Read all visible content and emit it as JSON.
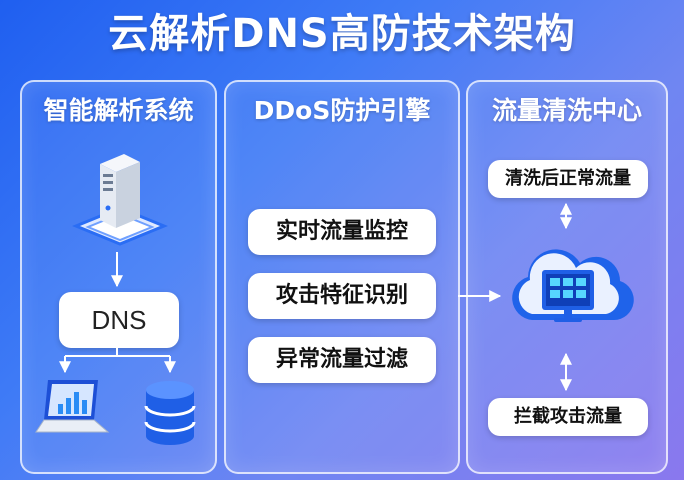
{
  "title": "云解析DNS高防技术架构",
  "panels": {
    "left": {
      "title": "智能解析系统",
      "dns_label": "DNS"
    },
    "middle": {
      "title": "DDoS防护引擎",
      "items": [
        "实时流量监控",
        "攻击特征识别",
        "异常流量过滤"
      ]
    },
    "right": {
      "title": "流量清洗中心",
      "top_item": "清洗后正常流量",
      "bottom_item": "拦截攻击流量"
    }
  },
  "icons": [
    "server-icon",
    "laptop-chart-icon",
    "database-icon",
    "cloud-monitor-icon"
  ],
  "colors": {
    "accent": "#2a6df4",
    "panel_border": "#ffffff",
    "text_dark": "#111111"
  }
}
